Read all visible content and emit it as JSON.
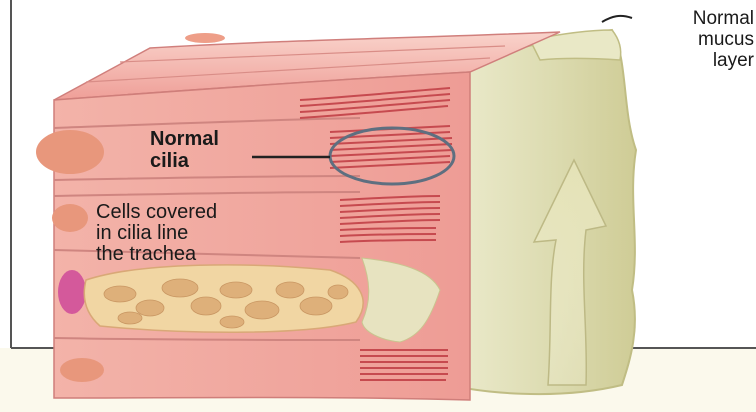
{
  "labels": {
    "mucus": [
      "Normal",
      "mucus",
      "layer"
    ],
    "cilia": [
      "Normal",
      "cilia"
    ],
    "cells": [
      "Cells covered",
      "in cilia line",
      "the trachea"
    ]
  },
  "colors": {
    "cell_pink": "#f0a8a0",
    "cell_top": "#f6c6be",
    "cilia_red": "#c94f52",
    "mucus_green": "#e2e2b8",
    "mucus_edge": "#c9c78f",
    "nucleus": "#e99a7e",
    "magenta_nucleus": "#d25a9a",
    "highlight_circle": "#5e6f80"
  }
}
